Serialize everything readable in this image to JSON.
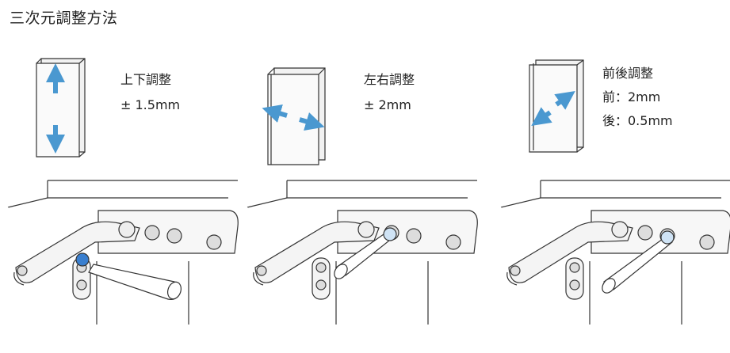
{
  "title": "三次元調整方法",
  "panels": [
    {
      "heading": "上下調整",
      "lines": [
        "± 1.5mm"
      ]
    },
    {
      "heading": "左右調整",
      "lines": [
        "± 2mm"
      ]
    },
    {
      "heading": "前後調整",
      "lines": [
        "前：2mm",
        "後：0.5mm"
      ]
    }
  ],
  "colors": {
    "arrow": "#4a98d0",
    "line": "#333333",
    "panel": "#f2f2f2",
    "screwdriver_tip": "#3a7fcf"
  }
}
